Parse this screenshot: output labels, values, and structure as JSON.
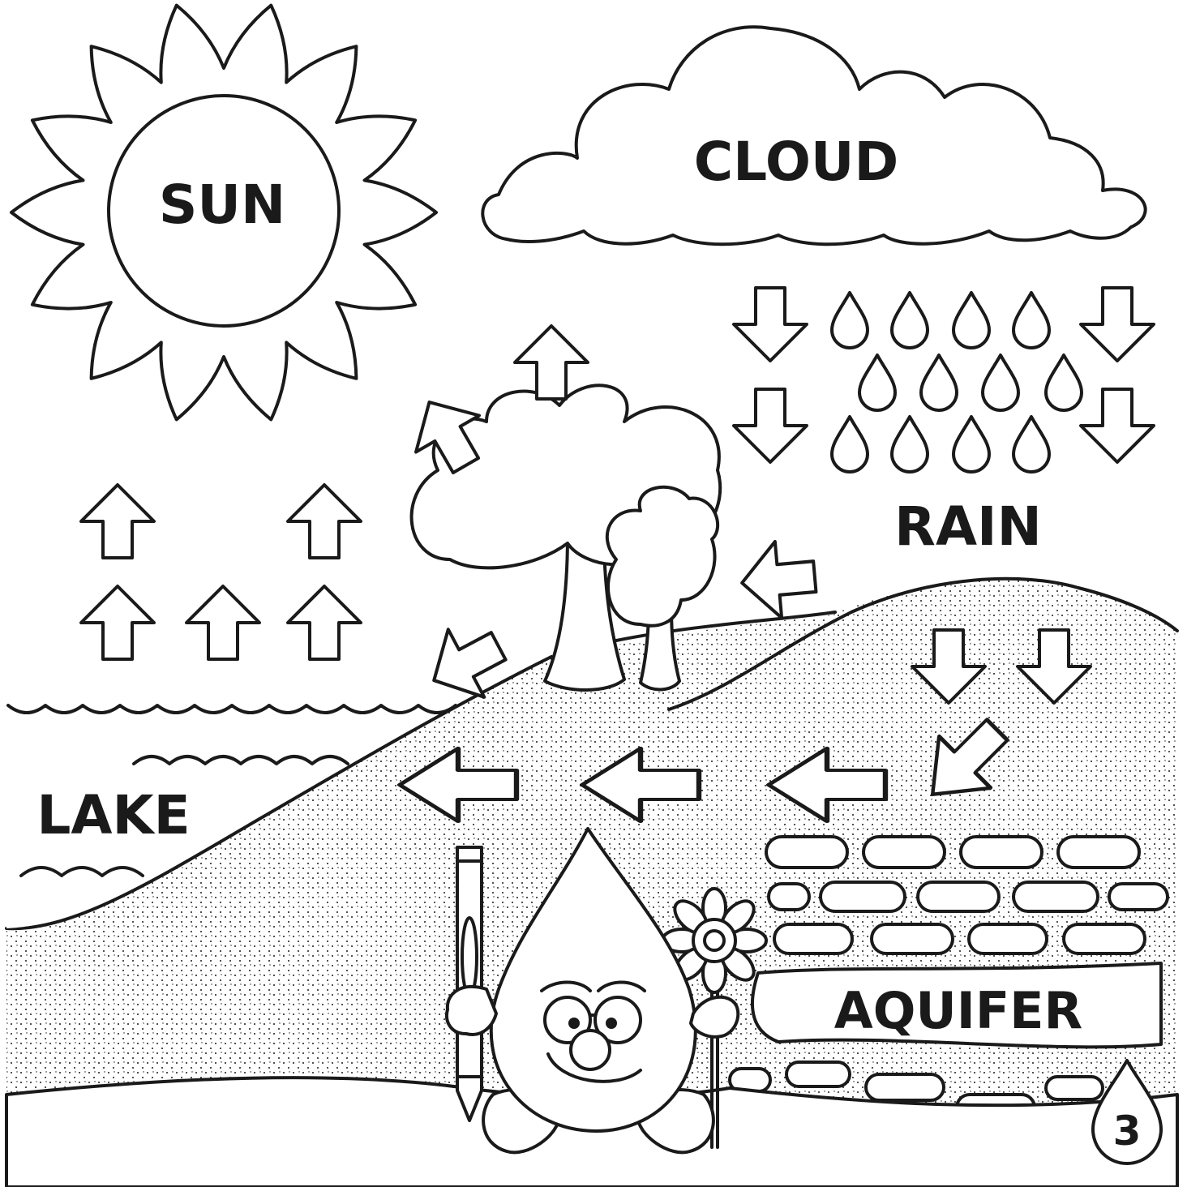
{
  "labels": {
    "sun": "SUN",
    "cloud": "CLOUD",
    "rain": "RAIN",
    "lake": "LAKE",
    "aquifer": "AQUIFER",
    "page_number": "3"
  },
  "colors": {
    "ink": "#1a1a1a",
    "paper": "#ffffff"
  },
  "icons": [
    "sun-icon",
    "cloud-icon",
    "raindrop-icon",
    "arrow-icon",
    "tree-icon",
    "water-drop-mascot-icon",
    "crayon-icon",
    "flower-icon"
  ]
}
